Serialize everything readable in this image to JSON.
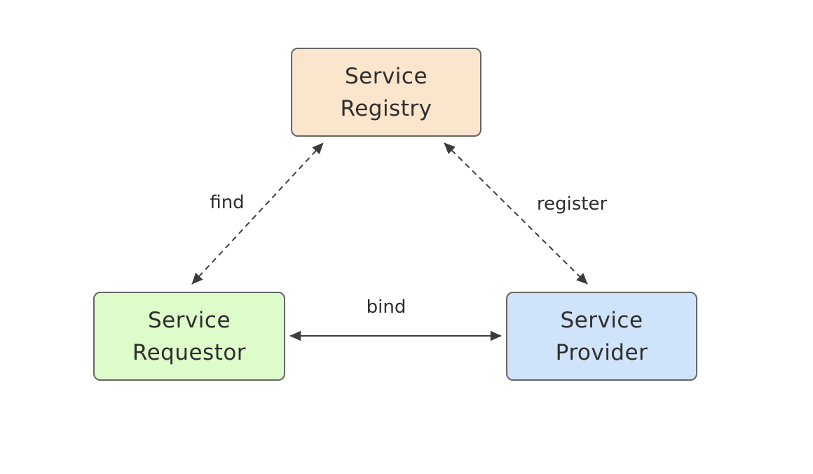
{
  "diagram": {
    "type": "service-oriented-architecture-triangle",
    "nodes": {
      "registry": {
        "line1": "Service",
        "line2": "Registry",
        "fill": "#fbe6cd"
      },
      "requestor": {
        "line1": "Service",
        "line2": "Requestor",
        "fill": "#defcca"
      },
      "provider": {
        "line1": "Service",
        "line2": "Provider",
        "fill": "#cfe4fa"
      }
    },
    "edges": {
      "find": {
        "label": "find",
        "line_style": "dashed",
        "arrows": "both",
        "from": "requestor",
        "to": "registry"
      },
      "register": {
        "label": "register",
        "line_style": "dashed",
        "arrows": "both",
        "from": "provider",
        "to": "registry"
      },
      "bind": {
        "label": "bind",
        "line_style": "solid",
        "arrows": "both",
        "from": "requestor",
        "to": "provider"
      }
    },
    "colors": {
      "node_border": "#666666",
      "arrow": "#3c3c3c",
      "text": "#2e2e2e",
      "background": "#ffffff"
    }
  }
}
